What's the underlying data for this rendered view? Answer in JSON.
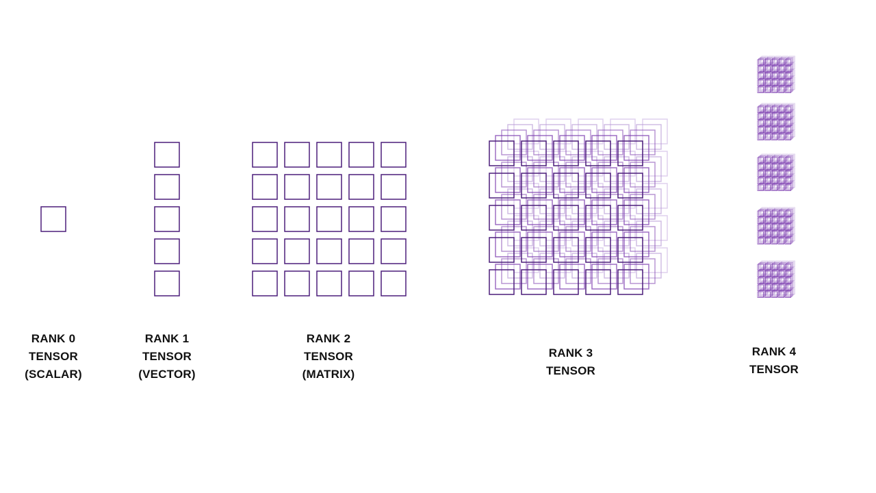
{
  "colors": {
    "stroke_dark": "#4b1d7a",
    "stroke_mid": "#7d3fb0",
    "stroke_light": "#b89ad6",
    "label_text": "#111111",
    "background": "#ffffff"
  },
  "items": [
    {
      "id": "rank0",
      "lines": [
        "RANK 0",
        "TENSOR",
        "(SCALAR)"
      ],
      "grid": "1x1"
    },
    {
      "id": "rank1",
      "lines": [
        "RANK 1",
        "TENSOR",
        "(VECTOR)"
      ],
      "grid": "5x1"
    },
    {
      "id": "rank2",
      "lines": [
        "RANK 2",
        "TENSOR",
        "(MATRIX)"
      ],
      "grid": "5x5"
    },
    {
      "id": "rank3",
      "lines": [
        "RANK 3",
        "TENSOR"
      ],
      "grid": "5x5x5"
    },
    {
      "id": "rank4",
      "lines": [
        "RANK 4",
        "TENSOR"
      ],
      "grid": "5 stacked 5x5x5 cubes"
    }
  ]
}
